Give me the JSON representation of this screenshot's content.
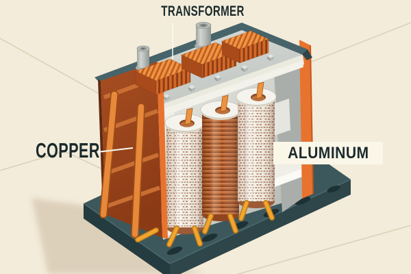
{
  "labels": {
    "title": "TRANSFORMER",
    "left_material": "COPPER",
    "right_material": "ALUMINUM"
  },
  "colors": {
    "background": "#f3ecda",
    "floor-line": "#d7cdb4",
    "cast-shadow": "#dbceb8",
    "base-teal": "#3d585c",
    "base-teal-front": "#2e464a",
    "base-teal-side": "#243b3f",
    "bolt-hole": "#1d3135",
    "frame-teal": "#46646a",
    "frame-teal-dark": "#2f4549",
    "plate-gray": "#ced3cf",
    "plate-bevel": "#eaeadf",
    "enclosure-white": "#efeee7",
    "interior-gray": "#a9aeaa",
    "copper-rust": "#9c4520",
    "copper-orange": "#e8883a",
    "copper-bar": "#c96f33",
    "fin-top": "#f09440",
    "fin-front-light": "#d2682a",
    "fin-front-dark": "#8f3c10",
    "fin-side": "#a84a1a",
    "coil-cream": "#f2ede1",
    "coil-copper": "#bf6434",
    "coil-rim": "#9c5a36",
    "cap-white": "#f5f3ed",
    "cap-hole": "#b9713f",
    "tab-orange": "#ec9340",
    "terminal-orange": "#f2a530",
    "terminal-dark": "#bd7a16",
    "cut-edge-orange": "#e8732f",
    "bushing-gray": "#b9bdb9",
    "label-text": "#1b2a2c",
    "label-box": "#faf6e8",
    "leader-line": "#fcfaf2"
  }
}
